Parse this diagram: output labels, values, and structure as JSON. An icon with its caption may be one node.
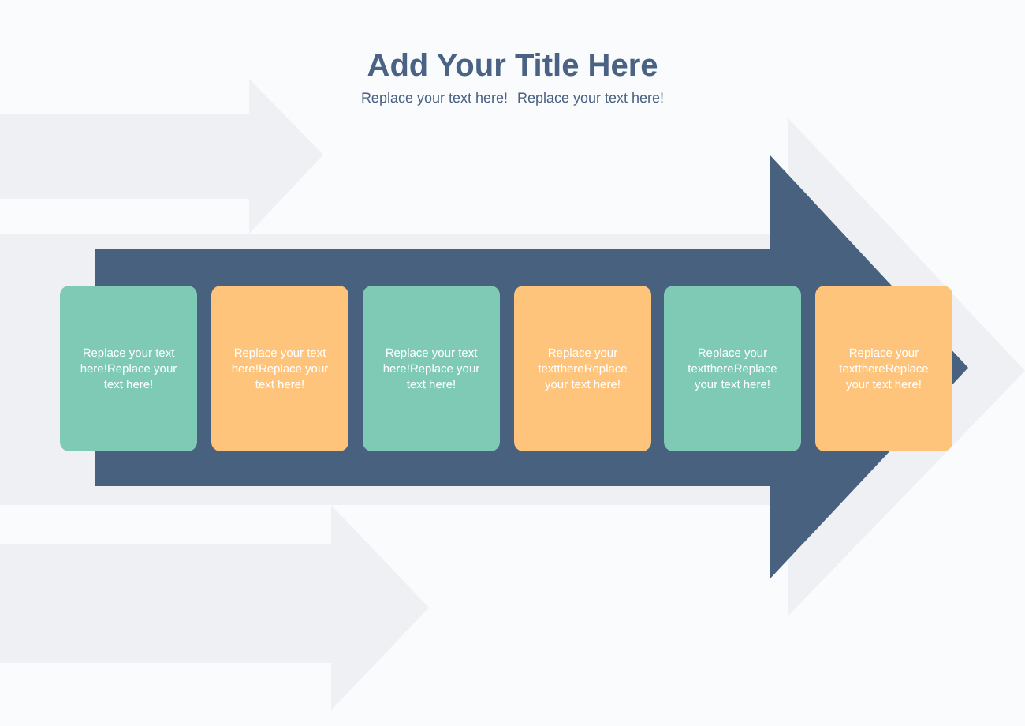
{
  "diagram": {
    "title": "Add Your Title Here",
    "nodes": [
      {
        "text": [
          "Replace your text here!Replace your text here!"
        ]
      },
      {
        "text": [
          "Replace your text here!Replace your text here!"
        ]
      },
      {
        "text": [
          "Replace your text here!Replace your text here!"
        ]
      },
      {
        "text": [
          "Replace your textthereReplace your text here!"
        ]
      },
      {
        "text": [
          "Replace your textthereReplace your text here!"
        ]
      },
      {
        "text": [
          "Replace your textthereReplace your text here!"
        ]
      }
    ],
    "edges": [
      {
        "from": 0,
        "to": 5,
        "arrow": "to"
      }
    ],
    "labels": [
      "Replace your text here!",
      "Replace your text here!"
    ]
  }
}
